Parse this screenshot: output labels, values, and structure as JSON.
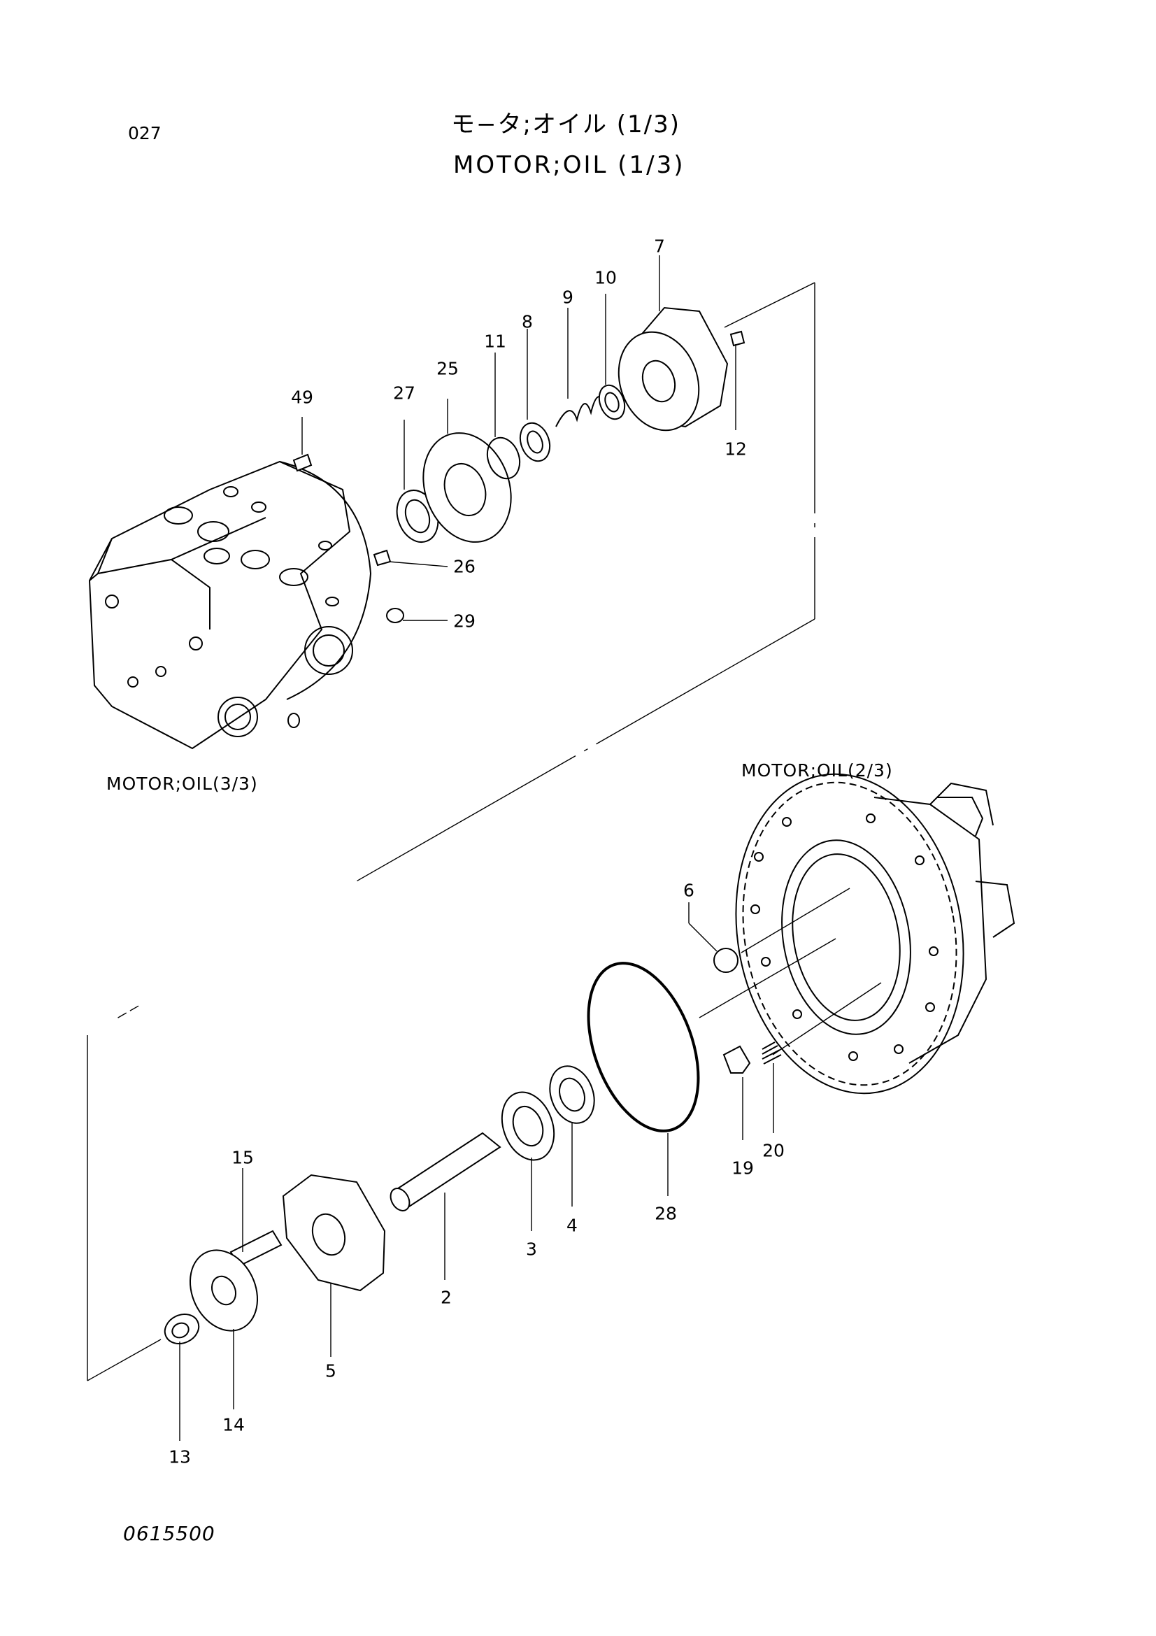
{
  "header": {
    "page_number": "027",
    "title_jp": "モ−タ;オイル (1/3)",
    "title_en": "MOTOR;OIL (1/3)"
  },
  "references": {
    "left_assembly": "MOTOR;OIL(3/3)",
    "right_assembly": "MOTOR;OIL(2/3)"
  },
  "parts": [
    {
      "id": "p7",
      "label": "7"
    },
    {
      "id": "p10",
      "label": "10"
    },
    {
      "id": "p9",
      "label": "9"
    },
    {
      "id": "p8",
      "label": "8"
    },
    {
      "id": "p11",
      "label": "11"
    },
    {
      "id": "p25",
      "label": "25"
    },
    {
      "id": "p27",
      "label": "27"
    },
    {
      "id": "p49",
      "label": "49"
    },
    {
      "id": "p12",
      "label": "12"
    },
    {
      "id": "p26",
      "label": "26"
    },
    {
      "id": "p29",
      "label": "29"
    },
    {
      "id": "p6",
      "label": "6"
    },
    {
      "id": "p15",
      "label": "15"
    },
    {
      "id": "p28",
      "label": "28"
    },
    {
      "id": "p19",
      "label": "19"
    },
    {
      "id": "p20",
      "label": "20"
    },
    {
      "id": "p4",
      "label": "4"
    },
    {
      "id": "p3",
      "label": "3"
    },
    {
      "id": "p2",
      "label": "2"
    },
    {
      "id": "p5",
      "label": "5"
    },
    {
      "id": "p14",
      "label": "14"
    },
    {
      "id": "p13",
      "label": "13"
    }
  ],
  "footer": {
    "drawing_code": "0615500"
  }
}
